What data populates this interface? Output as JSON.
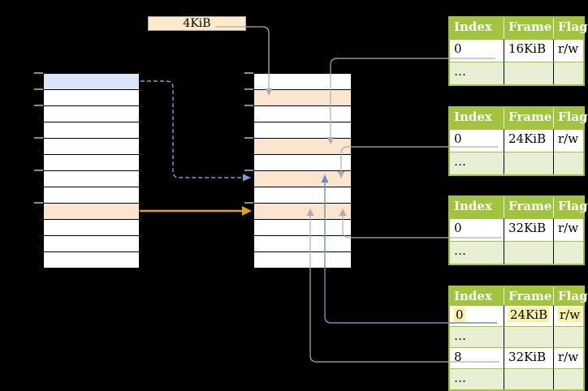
{
  "page_size_label": "4KiB",
  "colors": {
    "background": "#000000",
    "table-border": "#000000",
    "row-white": "#ffffff",
    "row-blue": "#d9e6f8",
    "row-orange": "#fce5ce",
    "tick": "#8c8c8c",
    "label-fill": "#fceaca",
    "label-border": "#a8a8a8",
    "green": "#a0c43e",
    "green-light": "#e7f0d3",
    "header-text": "#ffffff",
    "highlight": "#faf1a2",
    "cell-text": "#000000",
    "arrow-gray": "#adadad",
    "arrow-blue": "#6a8fc2",
    "arrow-blue-dashed": "#7d9dce",
    "arrow-orange": "#e2a018"
  },
  "virtual_memory": {
    "row_count": 12,
    "blue_rows": [
      0
    ],
    "orange_rows": [
      8
    ]
  },
  "physical_memory": {
    "row_count": 12,
    "orange_rows": [
      1,
      4,
      6,
      8
    ]
  },
  "page_tables": [
    {
      "headers": [
        "Index",
        "Frame",
        "Flags"
      ],
      "rows": [
        [
          "0",
          "16KiB",
          "r/w"
        ],
        [
          "…",
          "",
          ""
        ]
      ]
    },
    {
      "headers": [
        "Index",
        "Frame",
        "Flags"
      ],
      "rows": [
        [
          "0",
          "24KiB",
          "r/w"
        ],
        [
          "…",
          "",
          ""
        ]
      ]
    },
    {
      "headers": [
        "Index",
        "Frame",
        "Flags"
      ],
      "rows": [
        [
          "0",
          "32KiB",
          "r/w"
        ],
        [
          "…",
          "",
          ""
        ]
      ]
    },
    {
      "headers": [
        "Index",
        "Frame",
        "Flags"
      ],
      "highlighted_row": 0,
      "rows": [
        [
          "0",
          "24KiB",
          "r/w"
        ],
        [
          "…",
          "",
          ""
        ],
        [
          "8",
          "32KiB",
          "r/w"
        ],
        [
          "…",
          "",
          ""
        ]
      ]
    }
  ]
}
